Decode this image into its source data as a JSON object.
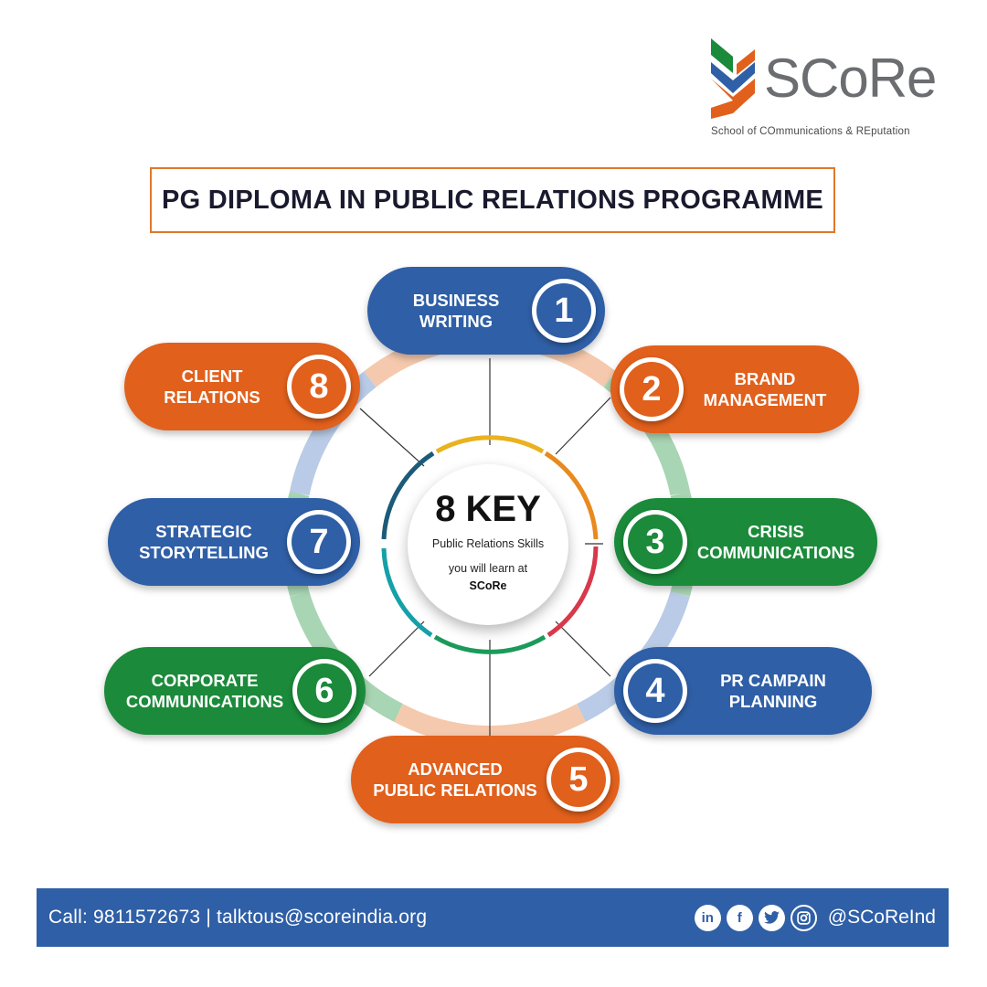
{
  "logo": {
    "name": "SCoRe",
    "tagline": "School of COmmunications & REputation",
    "colors": {
      "orange": "#e1601c",
      "blue": "#2f5fa6",
      "green": "#1b8a3a"
    }
  },
  "title": "PG DIPLOMA IN PUBLIC RELATIONS PROGRAMME",
  "center": {
    "headline": "8 KEY",
    "line1": "Public Relations Skills",
    "line2": "you will learn at",
    "brand": "SCoRe"
  },
  "skills": [
    {
      "number": "1",
      "label": "BUSINESS\nWRITING",
      "color": "blue"
    },
    {
      "number": "2",
      "label": "BRAND\nMANAGEMENT",
      "color": "orange"
    },
    {
      "number": "3",
      "label": "CRISIS\nCOMMUNICATIONS",
      "color": "green"
    },
    {
      "number": "4",
      "label": "PR CAMPAIN\nPLANNING",
      "color": "blue"
    },
    {
      "number": "5",
      "label": "ADVANCED\nPUBLIC RELATIONS",
      "color": "orange"
    },
    {
      "number": "6",
      "label": "CORPORATE\nCOMMUNICATIONS",
      "color": "green"
    },
    {
      "number": "7",
      "label": "STRATEGIC\nSTORYTELLING",
      "color": "blue"
    },
    {
      "number": "8",
      "label": "CLIENT\nRELATIONS",
      "color": "orange"
    }
  ],
  "footer": {
    "contact": "Call: 9811572673 | talktous@scoreindia.org",
    "social_icons": [
      "linkedin-icon",
      "facebook-icon",
      "twitter-icon",
      "instagram-icon"
    ],
    "linkedin_glyph": "in",
    "facebook_glyph": "f",
    "handle": "@SCoReInd"
  }
}
